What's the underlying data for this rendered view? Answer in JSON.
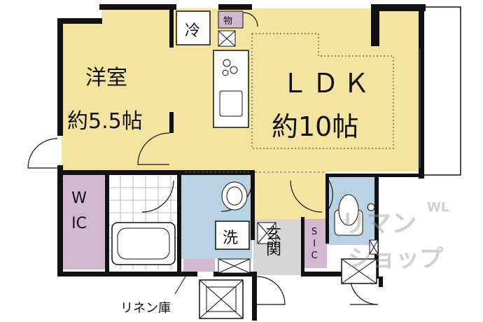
{
  "rooms": {
    "western_room": {
      "name": "洋室",
      "size": "約5.5帖"
    },
    "ldk": {
      "name": "ＬＤＫ",
      "size": "約10帖"
    },
    "wic": {
      "name": "WIC"
    },
    "sic": {
      "name": "SIC"
    },
    "entrance": {
      "name": "玄関"
    },
    "fridge": {
      "name": "冷"
    },
    "storage": {
      "name": "物"
    },
    "washer": {
      "name": "洗"
    },
    "linen": {
      "name": "リネン庫"
    }
  },
  "watermark": {
    "top": "WL",
    "middle": "リマン",
    "bottom": "ショップ"
  },
  "colors": {
    "wall": "#111111",
    "floor": "#f4e4a0",
    "wet": "#b9d3e4",
    "closet": "#d2b8d0",
    "entrance": "#d6d6d6"
  }
}
